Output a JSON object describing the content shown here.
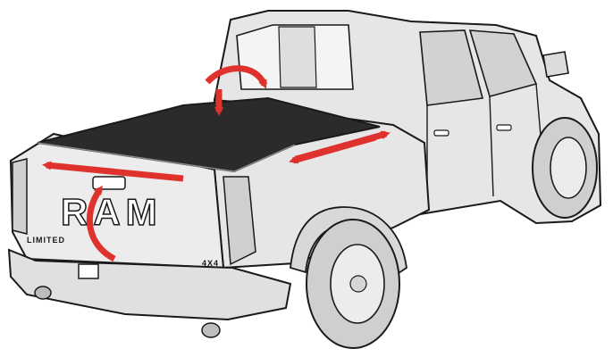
{
  "diagram": {
    "badges": {
      "brand": "RAM",
      "trim": "LIMITED",
      "drive": "4X4"
    },
    "colors": {
      "outline": "#1a1a1a",
      "body_fill": "#e6e6e6",
      "body_shade": "#cfcfcf",
      "cover_fill": "#2b2b2b",
      "arrow": "#e0322d",
      "background": "#ffffff"
    }
  }
}
